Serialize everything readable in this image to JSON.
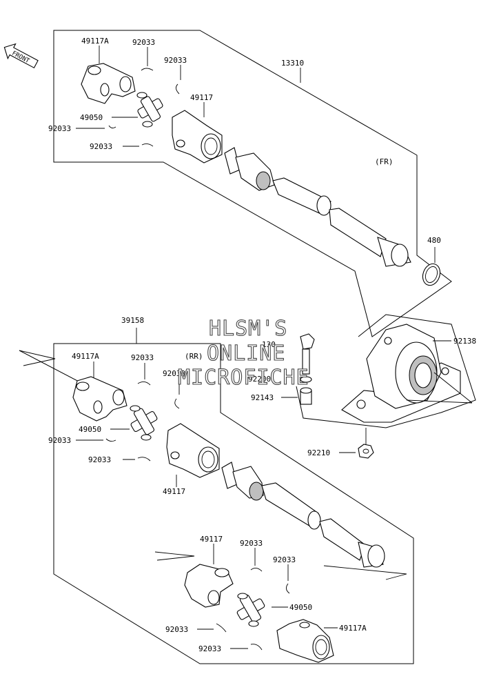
{
  "watermark": {
    "line1": "HLSM'S",
    "line2": "ONLINE",
    "line3": "MICROFICHE"
  },
  "front_badge": "FRONT",
  "notes": {
    "fr": "(FR)",
    "rr": "(RR)"
  },
  "labels": {
    "l_13310": "13310",
    "l_49117A_top": "49117A",
    "l_92033_a": "92033",
    "l_92033_b": "92033",
    "l_49117_top": "49117",
    "l_49050_top": "49050",
    "l_92033_c": "92033",
    "l_92033_d": "92033",
    "l_480": "480",
    "l_39158": "39158",
    "l_130": "130",
    "l_92200": "92200",
    "l_92143": "92143",
    "l_92138": "92138",
    "l_92210": "92210",
    "l_49117A_mid": "49117A",
    "l_92033_e": "92033",
    "l_92033_f": "92033",
    "l_49050_mid": "49050",
    "l_92033_g": "92033",
    "l_92033_h": "92033",
    "l_49117_mid": "49117",
    "l_49117_low": "49117",
    "l_92033_i": "92033",
    "l_92033_j": "92033",
    "l_49050_low": "49050",
    "l_92033_k": "92033",
    "l_49117A_low": "49117A",
    "l_92033_l": "92033"
  }
}
